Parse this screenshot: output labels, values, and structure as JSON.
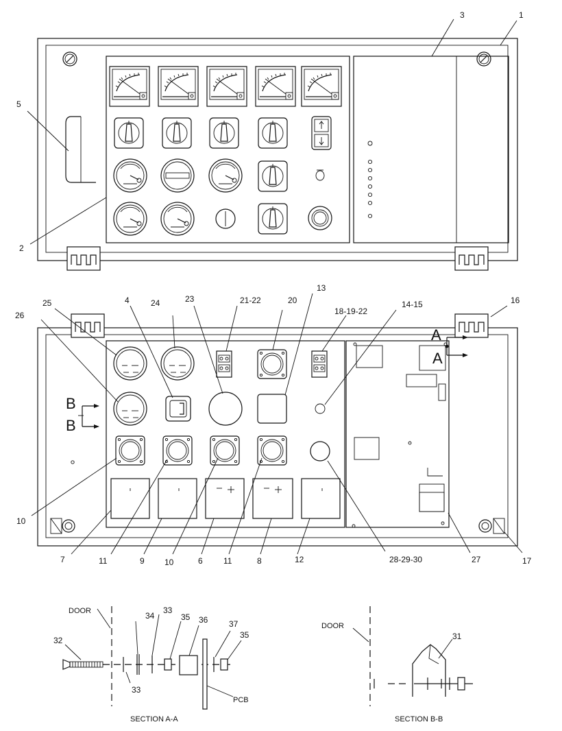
{
  "callouts": {
    "c1": "1",
    "c2": "2",
    "c3": "3",
    "c4": "4",
    "c5": "5",
    "c6": "6",
    "c7": "7",
    "c8": "8",
    "c9": "9",
    "c10a": "10",
    "c10b": "10",
    "c11a": "11",
    "c11b": "11",
    "c12": "12",
    "c13": "13",
    "c14_15": "14-15",
    "c16": "16",
    "c17": "17",
    "c18_19_22": "18-19-22",
    "c20": "20",
    "c21_22": "21-22",
    "c23": "23",
    "c24": "24",
    "c25": "25",
    "c26": "26",
    "c27": "27",
    "c28_29_30": "28-29-30",
    "c31": "31",
    "c32": "32",
    "c33a": "33",
    "c33b": "33",
    "c34": "34",
    "c35a": "35",
    "c35b": "35",
    "c36": "36",
    "c37": "37"
  },
  "section_markers": {
    "a1": "A",
    "a2": "A",
    "b1": "B",
    "b2": "B"
  },
  "sections": {
    "section_aa": "SECTION A-A",
    "section_bb": "SECTION B-B",
    "door_a": "DOOR",
    "door_b": "DOOR",
    "pcb": "PCB"
  }
}
